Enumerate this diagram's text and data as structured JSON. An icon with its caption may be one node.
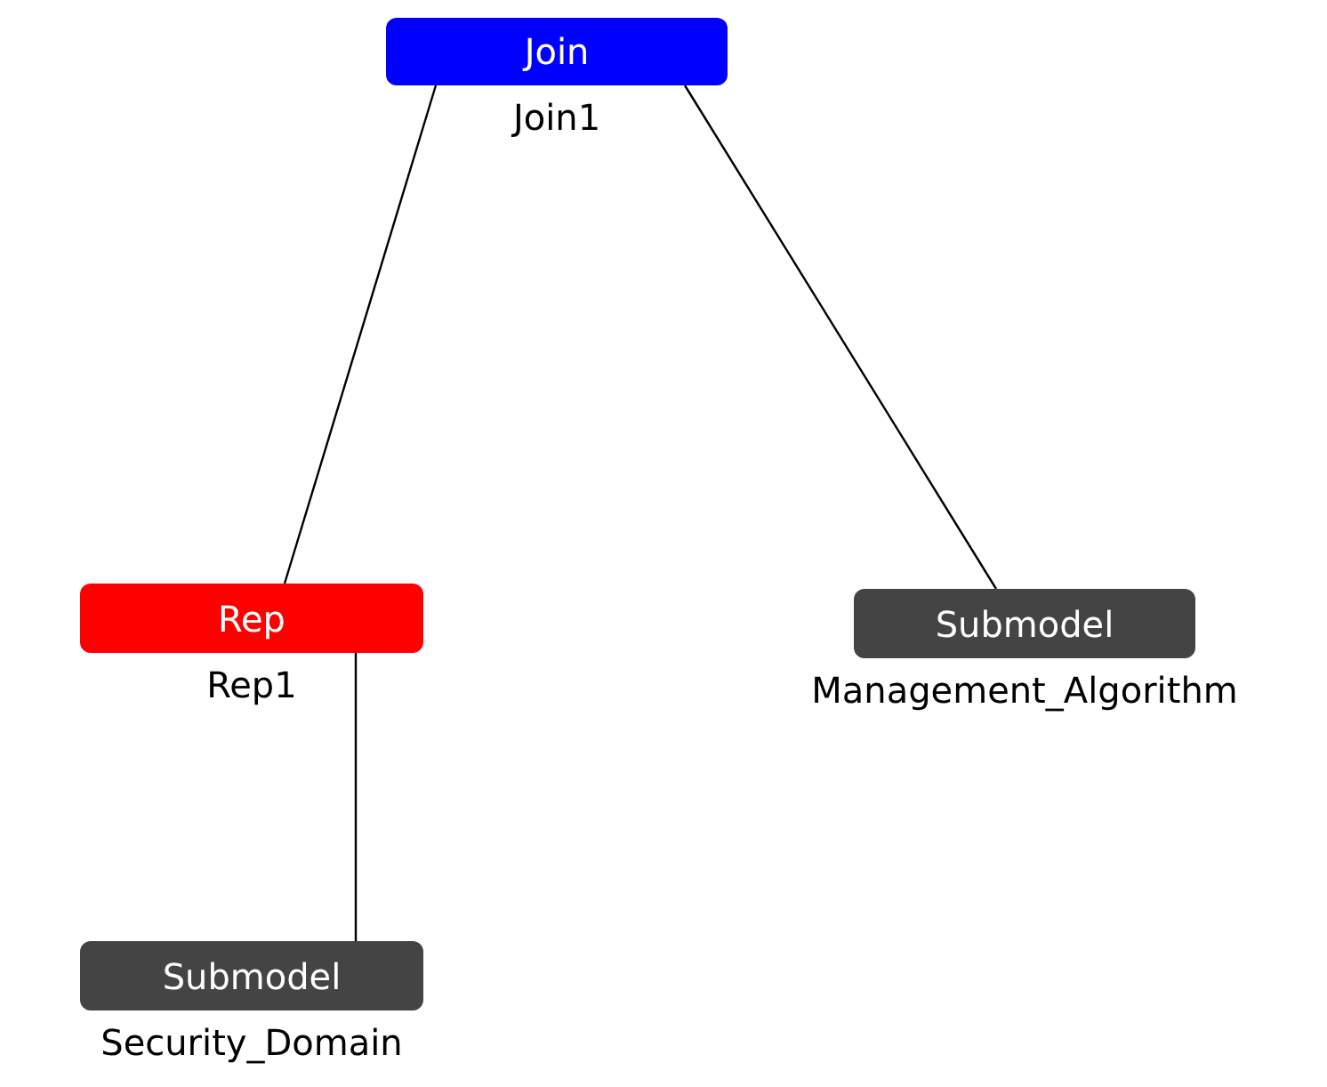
{
  "diagram": {
    "nodes": [
      {
        "text": [
          "Join"
        ],
        "beside": [
          "Join1"
        ]
      },
      {
        "text": [
          "Rep"
        ],
        "beside": [
          "Rep1"
        ]
      },
      {
        "text": [
          "Submodel"
        ],
        "beside": [
          "Management_Algorithm"
        ]
      },
      {
        "text": [
          "Submodel"
        ],
        "beside": [
          "Security_Domain"
        ]
      }
    ],
    "edges": [
      {
        "from": 0,
        "to": 1,
        "arrow": "none"
      },
      {
        "from": 0,
        "to": 2,
        "arrow": "none"
      },
      {
        "from": 1,
        "to": 3,
        "arrow": "none"
      }
    ]
  }
}
